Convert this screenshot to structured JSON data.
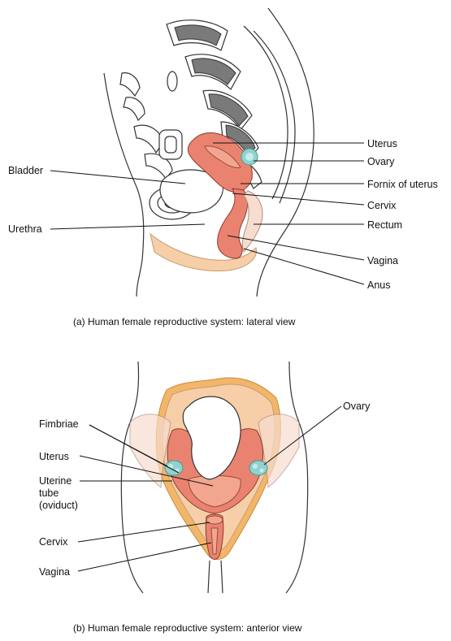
{
  "panel_a": {
    "labels": {
      "uterus": "Uterus",
      "ovary": "Ovary",
      "fornix": "Fornix of uterus",
      "cervix": "Cervix",
      "rectum": "Rectum",
      "vagina": "Vagina",
      "anus": "Anus",
      "bladder": "Bladder",
      "urethra": "Urethra"
    },
    "caption": "(a) Human female reproductive system: lateral view"
  },
  "panel_b": {
    "labels": {
      "fimbriae": "Fimbriae",
      "uterus": "Uterus",
      "uterine_tube_1": "Uterine",
      "uterine_tube_2": "tube",
      "uterine_tube_3": "(oviduct)",
      "cervix": "Cervix",
      "vagina": "Vagina",
      "ovary": "Ovary"
    },
    "caption": "(b) Human female reproductive system: anterior view"
  },
  "colors": {
    "organ": "#e9836f",
    "ovary": "#8fd3cf",
    "skin": "#f6cfa8",
    "fat": "#f2b66a",
    "bone_spongy": "#7a7a7a"
  }
}
